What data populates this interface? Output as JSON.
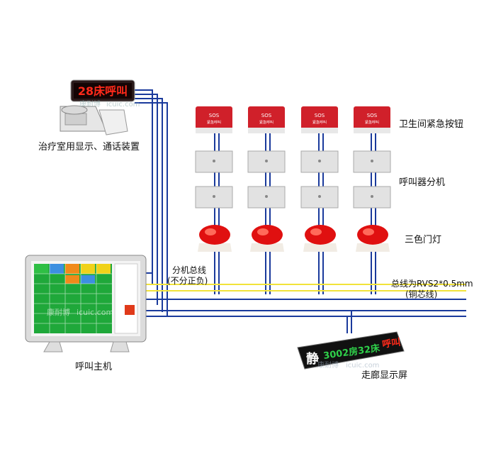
{
  "labels": {
    "treatment_room": "治疗室用显示、通话装置",
    "bathroom_button": "卫生间紧急按钮",
    "call_extension": "呼叫器分机",
    "door_lamp": "三色门灯",
    "extension_bus_line1": "分机总线",
    "extension_bus_line2": "(不分正负)",
    "bus_spec_line1": "总线为RVS2*0.5mm",
    "bus_spec_line2": "(铜芯线)",
    "master": "呼叫主机",
    "corridor": "走廊显示屏"
  },
  "devices": {
    "treatment_display_text": "28床呼叫",
    "sos_text": "SOS",
    "sos_sub": "紧急呼叫",
    "corridor_quiet": "静",
    "corridor_text_green": "3002房32床",
    "corridor_text_red": "呼叫"
  },
  "watermark": {
    "brand": "康耐博",
    "site": "icuic.com"
  },
  "colors": {
    "wire_blue": "#1a3a9c",
    "wire_yellow": "#f2e33a",
    "sos_red": "#d0202a",
    "lamp_red": "#e01010",
    "led_red": "#ff2a1a",
    "led_green": "#2fd04a"
  }
}
